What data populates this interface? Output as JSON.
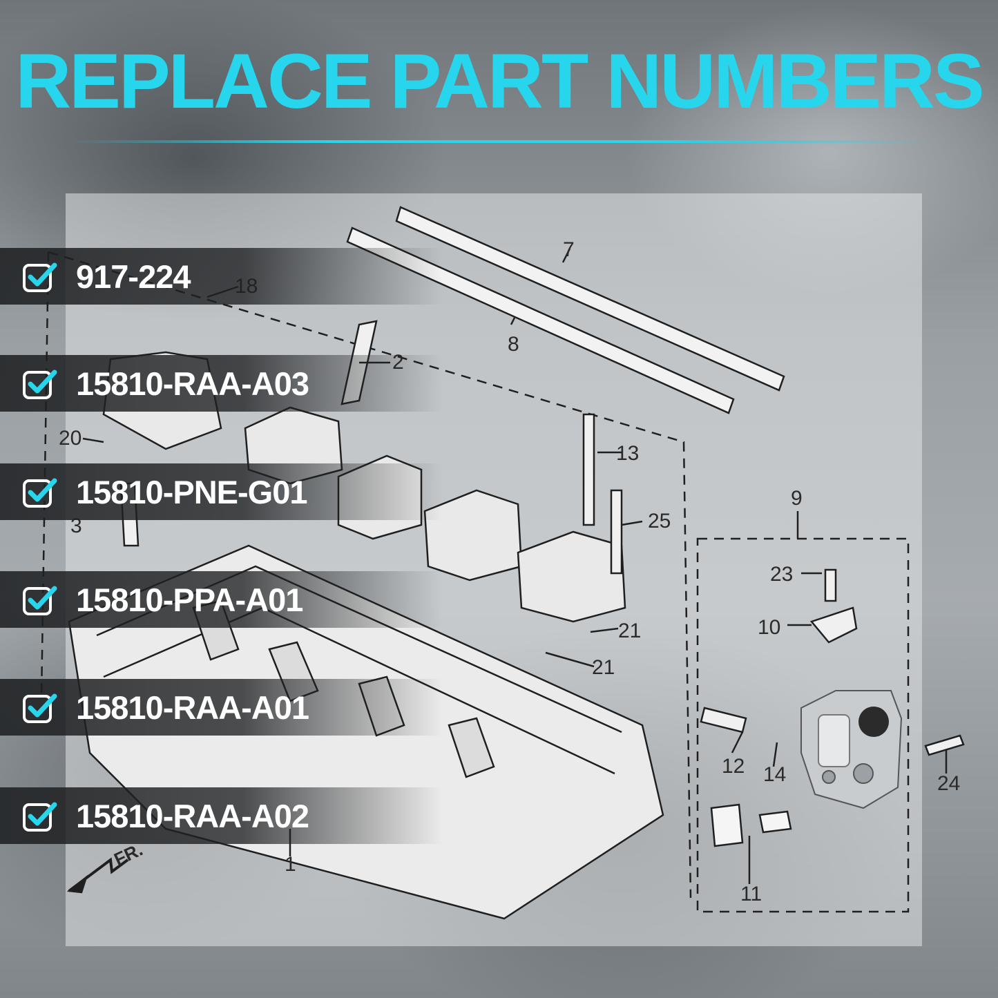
{
  "header": {
    "title": "REPLACE PART NUMBERS"
  },
  "part_numbers": [
    {
      "label": "917-224"
    },
    {
      "label": "15810-RAA-A03"
    },
    {
      "label": "15810-PNE-G01"
    },
    {
      "label": "15810-PPA-A01"
    },
    {
      "label": "15810-RAA-A01"
    },
    {
      "label": "15810-RAA-A02"
    }
  ],
  "diagram": {
    "callouts": [
      "1",
      "2",
      "3",
      "7",
      "8",
      "9",
      "10",
      "11",
      "12",
      "13",
      "14",
      "18",
      "20",
      "21",
      "21",
      "23",
      "24",
      "25"
    ],
    "direction_label": "FR."
  },
  "colors": {
    "accent": "#27d5ec",
    "check": "#27d5ec",
    "row_bg": "#1e2022"
  }
}
